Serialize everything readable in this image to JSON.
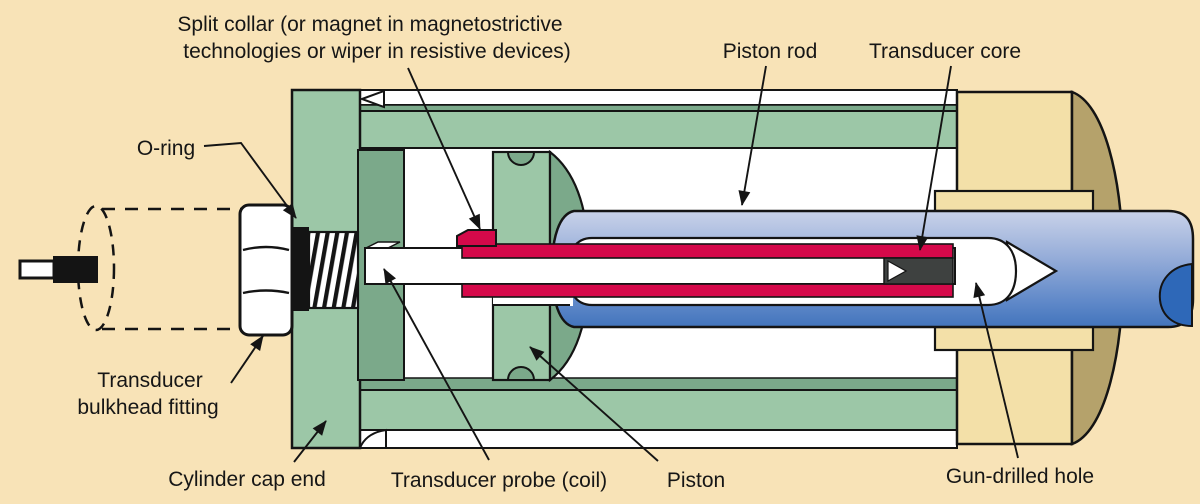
{
  "diagram": {
    "labels": {
      "split_collar_1": "Split collar (or magnet in magnetostrictive",
      "split_collar_2": "technologies or wiper in resistive devices)",
      "o_ring": "O-ring",
      "piston_rod": "Piston rod",
      "transducer_core": "Transducer core",
      "bulkhead_1": "Transducer",
      "bulkhead_2": "bulkhead fitting",
      "cylinder_cap_end": "Cylinder cap end",
      "transducer_probe": "Transducer probe (coil)",
      "piston": "Piston",
      "gun_drilled_hole": "Gun-drilled hole"
    },
    "palette": {
      "background": "#F8E3B7",
      "light_green": "#9CC7A7",
      "dark_green": "#7BA98A",
      "crimson": "#D5094A",
      "tan_light": "#F3E0A8",
      "tan_dark": "#B5A26B",
      "rod_top": "#C9D2E9",
      "rod_mid": "#93ABD8",
      "rod_low": "#6089C9",
      "rod_deep": "#4274BC",
      "rod_shadow": "#2E68B8",
      "core_gray": "#3E4140",
      "white": "#FFFFFF",
      "ink": "#141414"
    }
  }
}
